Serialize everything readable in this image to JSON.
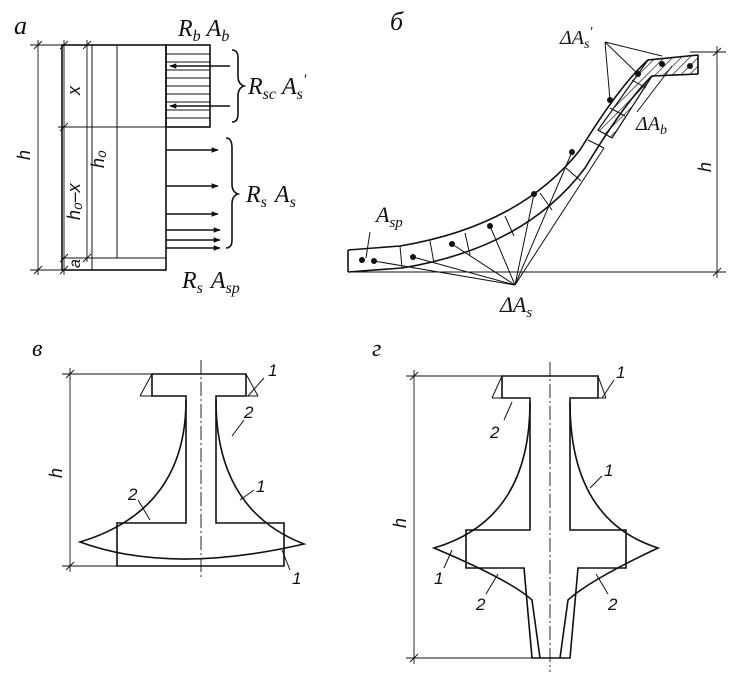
{
  "panels": {
    "a": {
      "letter": "а",
      "labels": {
        "rb_ab": [
          "R",
          "b",
          "A",
          "b"
        ],
        "rsc_as": [
          "R",
          "sc",
          "A",
          "s",
          "′"
        ],
        "rs_as": [
          "R",
          "s",
          "A",
          "s"
        ],
        "rs_asp": [
          "R",
          "s",
          "A",
          "sp"
        ],
        "dim_h": "h",
        "dim_x": "x",
        "dim_h0": "h₀",
        "dim_h0x": "h₀–x",
        "dim_a": "a"
      }
    },
    "b": {
      "letter": "б",
      "labels": {
        "delta_as_prime": [
          "ΔA",
          "s",
          "′"
        ],
        "delta_ab": [
          "ΔA",
          "b"
        ],
        "asp": [
          "A",
          "sp"
        ],
        "delta_as": [
          "ΔA",
          "s"
        ],
        "dim_h": "h"
      }
    },
    "v": {
      "letter": "в",
      "labels": {
        "dim_h": "h",
        "c1a": "1",
        "c2a": "2",
        "c2b": "2",
        "c1b": "1",
        "c1c": "1"
      }
    },
    "g": {
      "letter": "г",
      "labels": {
        "dim_h": "h",
        "c1a": "1",
        "c2a": "2",
        "c1b": "1",
        "c1c": "1",
        "c2b": "2",
        "c2c": "2"
      }
    }
  }
}
